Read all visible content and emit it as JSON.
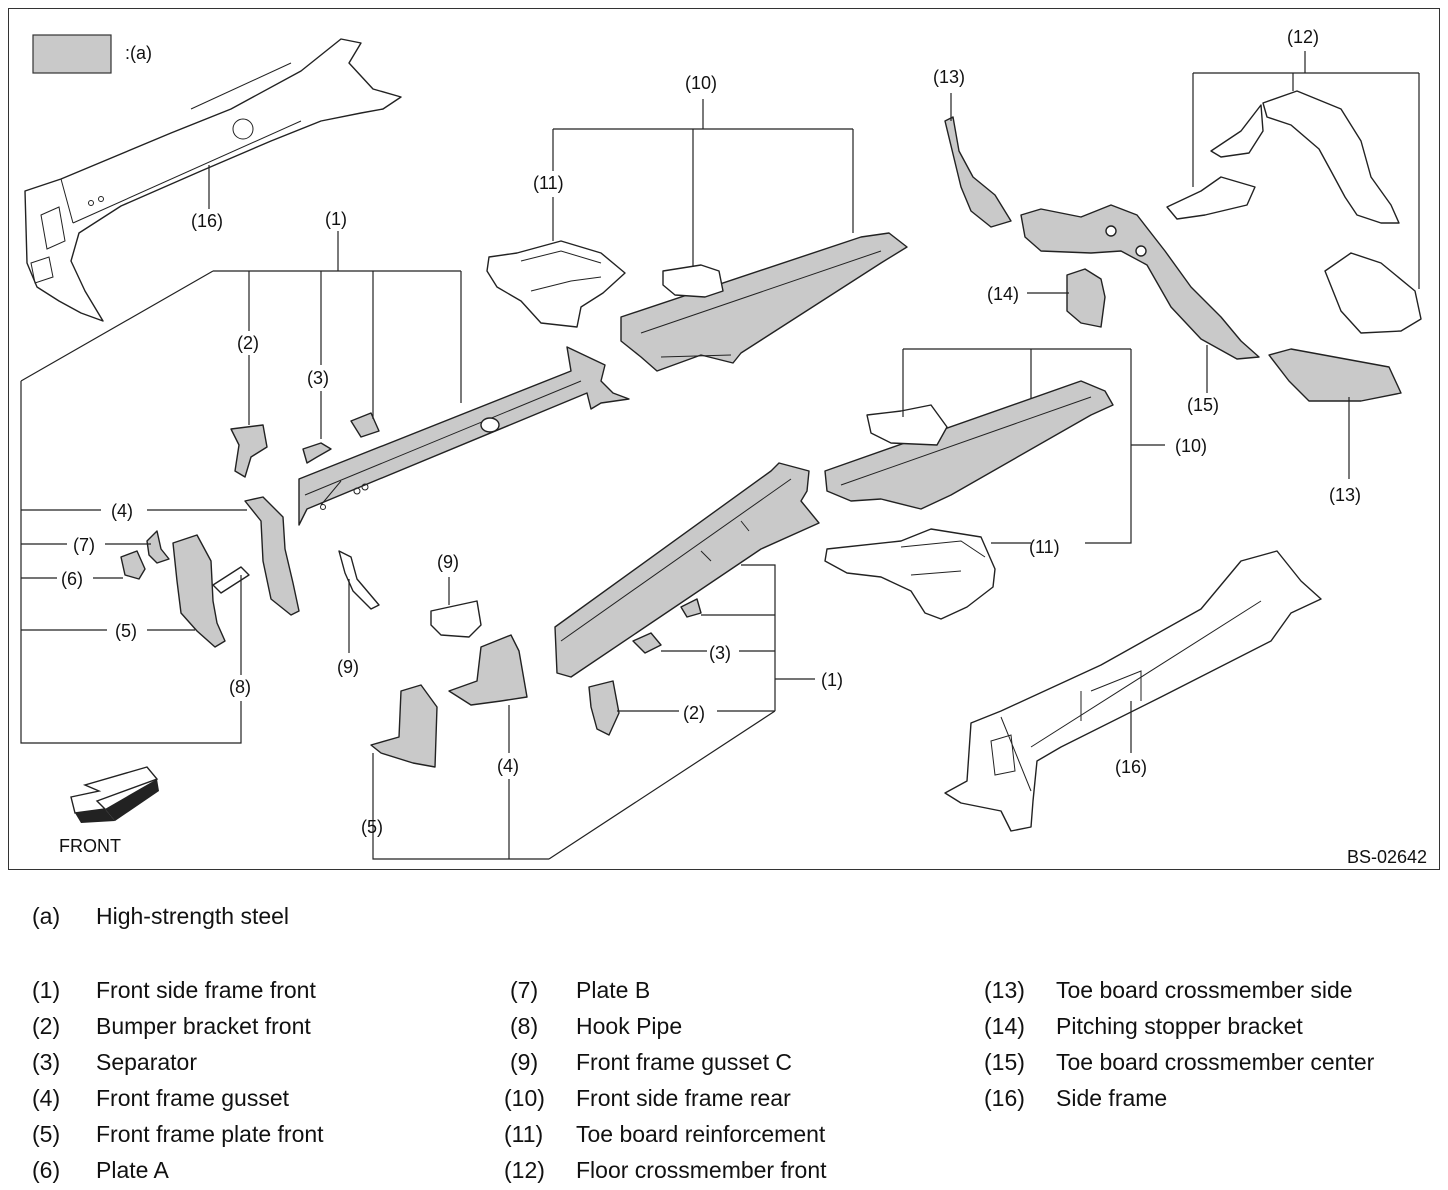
{
  "figure": {
    "swatch_label": ":(a)",
    "figure_code": "BS-02642",
    "front_label": "FRONT",
    "callouts": {
      "c1a": "(1)",
      "c2a": "(2)",
      "c3a": "(3)",
      "c4a": "(4)",
      "c5a": "(5)",
      "c6": "(6)",
      "c7": "(7)",
      "c8": "(8)",
      "c9a": "(9)",
      "c9b": "(9)",
      "c4b": "(4)",
      "c5b": "(5)",
      "c16a": "(16)",
      "c10a": "(10)",
      "c11a": "(11)",
      "c13a": "(13)",
      "c12": "(12)",
      "c14": "(14)",
      "c15": "(15)",
      "c10b": "(10)",
      "c13b": "(13)",
      "c11b": "(11)",
      "c1b": "(1)",
      "c3b": "(3)",
      "c2b": "(2)",
      "c16b": "(16)"
    },
    "colors": {
      "high_strength": "#c9c9c9",
      "outline": "#222222"
    }
  },
  "legend": {
    "material": {
      "num": "(a)",
      "text": "High-strength steel"
    },
    "items": [
      {
        "num": "(1)",
        "text": "Front side frame front"
      },
      {
        "num": "(2)",
        "text": "Bumper bracket front"
      },
      {
        "num": "(3)",
        "text": "Separator"
      },
      {
        "num": "(4)",
        "text": "Front frame gusset"
      },
      {
        "num": "(5)",
        "text": "Front frame plate front"
      },
      {
        "num": "(6)",
        "text": "Plate A"
      },
      {
        "num": "(7)",
        "text": "Plate B"
      },
      {
        "num": "(8)",
        "text": "Hook Pipe"
      },
      {
        "num": "(9)",
        "text": "Front frame gusset C"
      },
      {
        "num": "(10)",
        "text": "Front side frame rear"
      },
      {
        "num": "(11)",
        "text": "Toe board reinforcement"
      },
      {
        "num": "(12)",
        "text": "Floor crossmember front"
      },
      {
        "num": "(13)",
        "text": "Toe board crossmember side"
      },
      {
        "num": "(14)",
        "text": "Pitching stopper bracket"
      },
      {
        "num": "(15)",
        "text": "Toe board crossmember center"
      },
      {
        "num": "(16)",
        "text": "Side frame"
      }
    ]
  }
}
